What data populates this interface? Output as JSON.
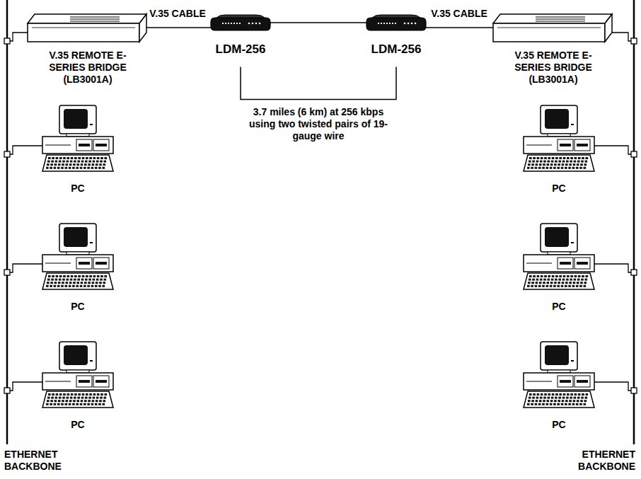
{
  "diagram": {
    "nodes": [
      {
        "text": [
          "V.35 REMOTE E-SERIES BRIDGE (LB3001A)"
        ]
      },
      {
        "text": [
          "LDM-256"
        ]
      },
      {
        "text": [
          "LDM-256"
        ]
      },
      {
        "text": [
          "V.35 REMOTE E-SERIES BRIDGE (LB3001A)"
        ]
      },
      {
        "text": [
          "PC"
        ]
      },
      {
        "text": [
          "PC"
        ]
      },
      {
        "text": [
          "PC"
        ]
      },
      {
        "text": [
          "PC"
        ]
      },
      {
        "text": [
          "PC"
        ]
      },
      {
        "text": [
          "PC"
        ]
      }
    ],
    "edges": [
      {
        "from": 0,
        "to": 1,
        "label": "V.35 CABLE",
        "arrow": "none"
      },
      {
        "from": 1,
        "to": 2,
        "arrow": "none"
      },
      {
        "from": 2,
        "to": 3,
        "label": "V.35 CABLE",
        "arrow": "none"
      }
    ],
    "labels": [
      "3.7 miles (6 km) at 256 kbps using two twisted pairs of 19-gauge wire",
      "ETHERNET BACKBONE",
      "ETHERNET BACKBONE"
    ]
  }
}
